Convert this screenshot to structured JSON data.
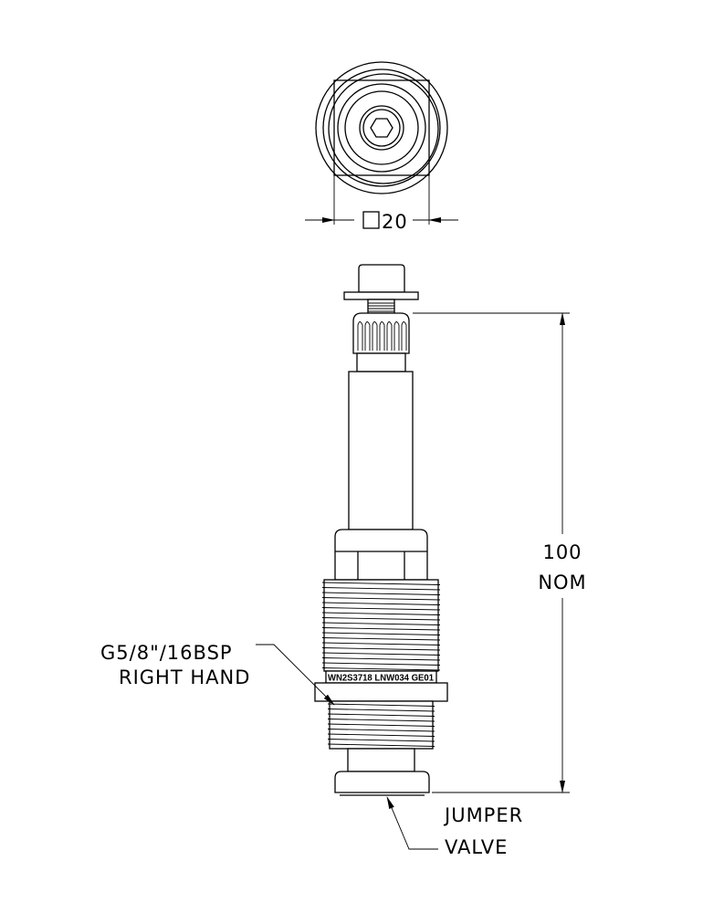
{
  "drawing": {
    "top_view_dimension": "20",
    "top_view_dimension_symbol": "square",
    "height_dimension_value": "100",
    "height_dimension_suffix": "NOM",
    "thread_label_line1": "G5/8\"/16BSP",
    "thread_label_line2": "RIGHT HAND",
    "jumper_label_line1": "JUMPER",
    "jumper_label_line2": "VALVE",
    "body_stamp": "WN2S3718 LNW034 GE01"
  }
}
